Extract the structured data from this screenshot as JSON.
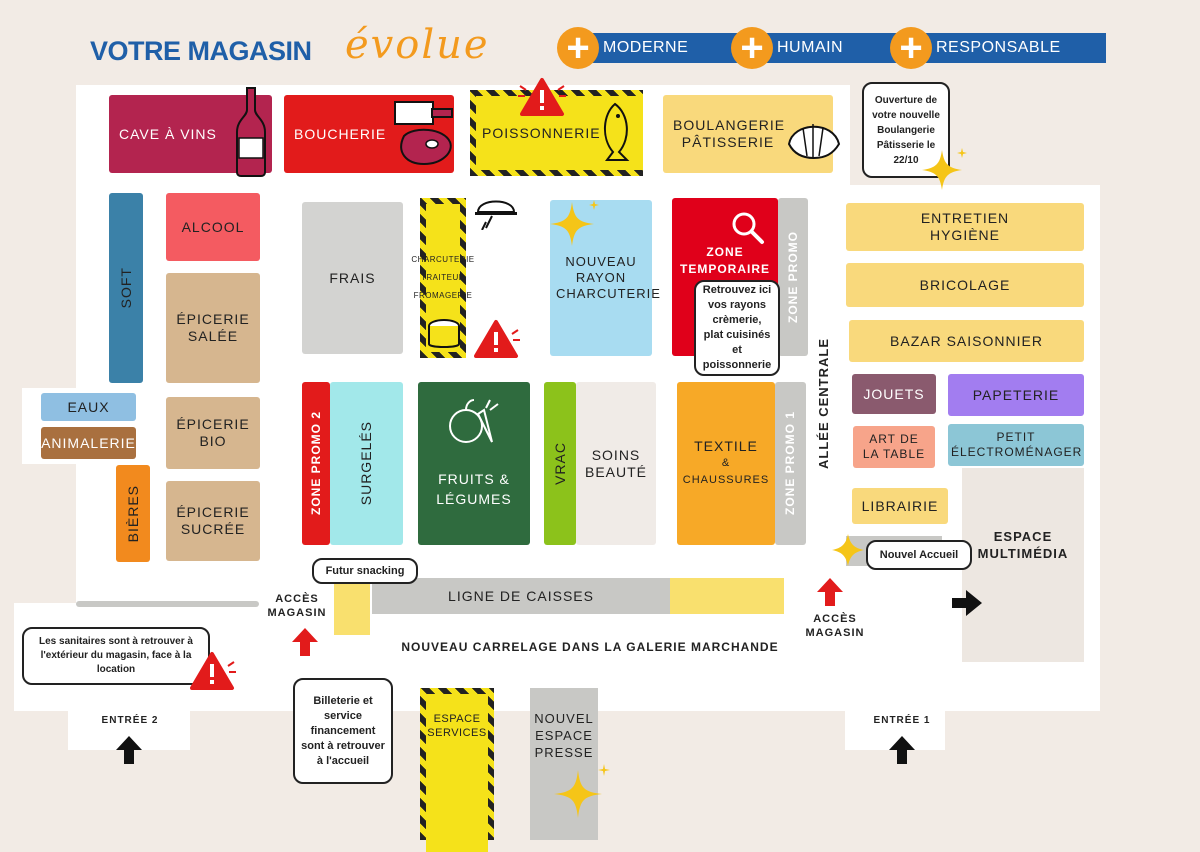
{
  "header": {
    "title": "VOTRE MAGASIN",
    "script_word": "évolue",
    "tags": [
      "MODERNE",
      "HUMAIN",
      "RESPONSABLE"
    ]
  },
  "rayons": {
    "cave": "CAVE À VINS",
    "boucherie": "BOUCHERIE",
    "poissonnerie": "POISSONNERIE",
    "boulangerie": "BOULANGERIE PÂTISSERIE",
    "soft": "SOFT",
    "alcool": "ALCOOL",
    "epicerie_salee": "ÉPICERIE SALÉE",
    "epicerie_bio": "ÉPICERIE BIO",
    "epicerie_sucree": "ÉPICERIE SUCRÉE",
    "eaux": "EAUX",
    "animalerie": "ANIMALERIE",
    "bieres": "BIÈRES",
    "frais": "FRAIS",
    "charcuterie_lines": [
      "CHARCUTERIE",
      "TRAITEUR",
      "FROMAGERIE"
    ],
    "nouveau_rayon": "NOUVEAU RAYON CHARCUTERIE",
    "zone_temporaire": "ZONE TEMPORAIRE",
    "zone_promo": "ZONE PROMO",
    "zone_promo_1": "ZONE PROMO 1",
    "zone_promo_2": "ZONE PROMO 2",
    "surgeles": "SURGELÉS",
    "fruits": "FRUITS & LÉGUMES",
    "vrac": "VRAC",
    "soins": "SOINS BEAUTÉ",
    "textile": "TEXTILE",
    "textile_amp": "&",
    "chaussures": "CHAUSSURES",
    "entretien": "ENTRETIEN HYGIÈNE",
    "bricolage": "BRICOLAGE",
    "bazar": "BAZAR SAISONNIER",
    "jouets": "JOUETS",
    "papeterie": "PAPETERIE",
    "art_table": "ART DE LA TABLE",
    "petit_electro": "PETIT ÉLECTROMÉNAGER",
    "librairie": "LIBRAIRIE",
    "multimedia": "ESPACE MULTIMÉDIA",
    "allee": "ALLÉE CENTRALE",
    "caisses": "LIGNE DE CAISSES",
    "carrelage": "NOUVEAU CARRELAGE DANS LA GALERIE MARCHANDE",
    "espace_services": "ESPACE SERVICES",
    "espace_presse": "NOUVEL ESPACE PRESSE"
  },
  "labels": {
    "acces_left": "ACCÈS MAGASIN",
    "acces_right": "ACCÈS MAGASIN",
    "entree1": "ENTRÉE 1",
    "entree2": "ENTRÉE 2"
  },
  "bubbles": {
    "boulangerie": "Ouverture de votre nouvelle Boulangerie Pâtisserie le 22/10",
    "zone_temp": "Retrouvez ici vos rayons crèmerie, plat cuisinés et poissonnerie",
    "snacking": "Futur snacking",
    "accueil": "Nouvel Accueil",
    "sanitaires": "Les sanitaires sont à retrouver à l'extérieur du magasin, face à la location",
    "billeterie": "Billeterie et service financement sont à retrouver à l'accueil"
  },
  "colors": {
    "blue": "#1f5fa8",
    "orange": "#f39a1e",
    "red": "#e21b1b",
    "yellow": "#f5e21a"
  }
}
